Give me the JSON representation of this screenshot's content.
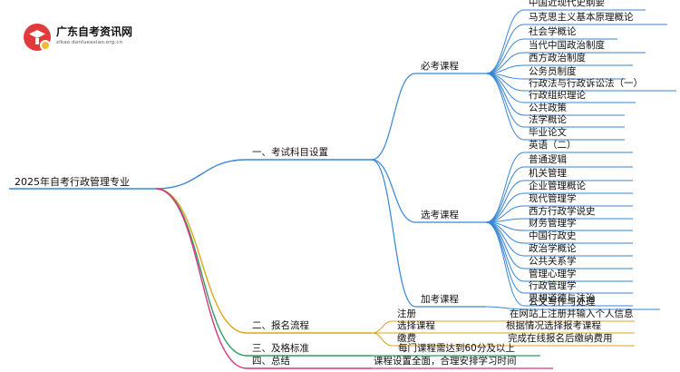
{
  "logo": {
    "icon": "graduation-cap-icon",
    "title": "广东自考资讯网",
    "subtitle": "zikao.danlueaxiao.org.cn"
  },
  "mindmap": {
    "root": "2025年自考行政管理专业",
    "branches": [
      {
        "label": "一、考试科目设置",
        "color": "#3a86d6",
        "groups": [
          {
            "label": "必考课程",
            "items": [
              "中国近现代史纲要",
              "马克思主义基本原理概论",
              "社会学概论",
              "当代中国政治制度",
              "西方政治制度",
              "公务员制度",
              "行政法与行政诉讼法（一）",
              "行政组织理论",
              "公共政策",
              "法学概论",
              "毕业论文"
            ]
          },
          {
            "label": "选考课程",
            "items": [
              "英语（二）",
              "普通逻辑",
              "机关管理",
              "企业管理概论",
              "现代管理学",
              "西方行政学说史",
              "财务管理学",
              "中国行政史",
              "政治学概论",
              "公共关系学",
              "管理心理学",
              "行政管理学",
              "思想道德与法治"
            ]
          },
          {
            "label": "加考课程",
            "items": [
              "公文写作与处理"
            ]
          }
        ]
      },
      {
        "label": "二、报名流程",
        "color": "#e0a51a",
        "steps": [
          {
            "label": "注册",
            "detail": "在网站上注册并输入个人信息"
          },
          {
            "label": "选择课程",
            "detail": "根据情况选择报考课程"
          },
          {
            "label": "缴费",
            "detail": "完成在线报名后缴纳费用"
          }
        ]
      },
      {
        "label": "三、及格标准",
        "color": "#2e9e5b",
        "detail": "每门课程需达到60分及以上"
      },
      {
        "label": "四、总结",
        "color": "#d63384",
        "detail": "课程设置全面，合理安排学习时间"
      }
    ]
  }
}
